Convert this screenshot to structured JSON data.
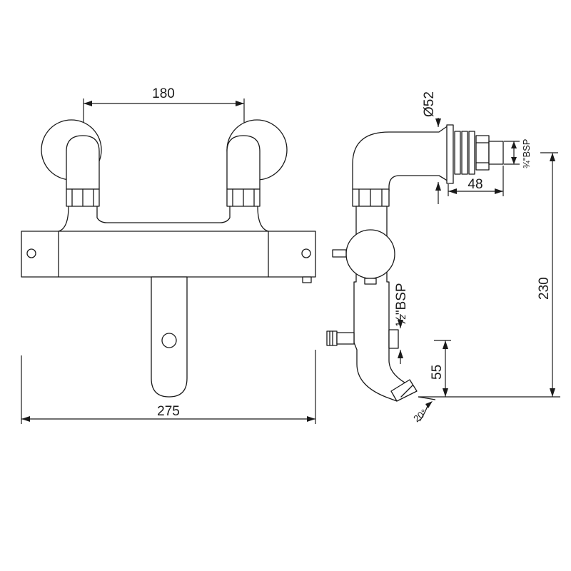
{
  "diagram": {
    "front_view": {
      "dim_inlet_centers": "180",
      "dim_overall_width": "275"
    },
    "side_view": {
      "dim_inlet_diameter": "Ø52",
      "dim_depth": "48",
      "dim_inlet_thread": "¾\"BSP",
      "dim_outlet_thread": "½\"BSP",
      "dim_height": "230",
      "dim_outlet_height": "55",
      "dim_angle": "20°"
    }
  }
}
